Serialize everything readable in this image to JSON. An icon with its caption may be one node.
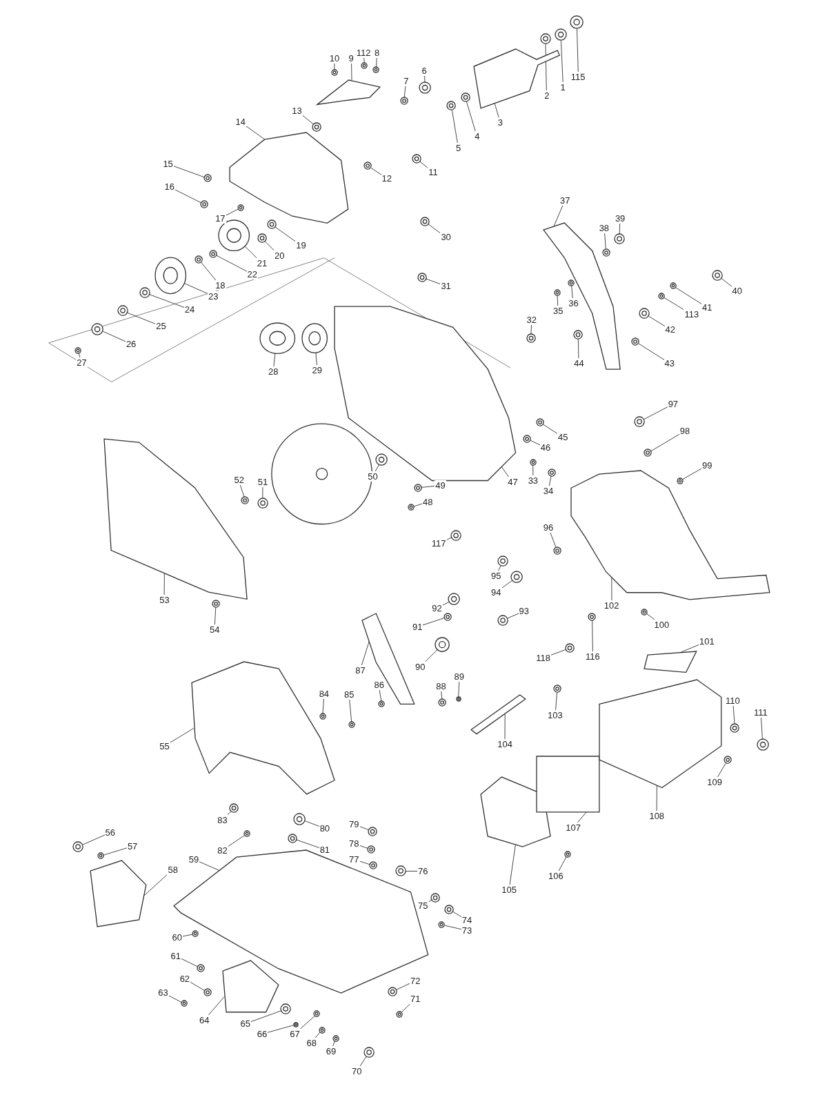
{
  "diagram": {
    "nodes": [
      {
        "text": [
          "1"
        ]
      },
      {
        "text": [
          "2"
        ]
      },
      {
        "text": [
          "3"
        ]
      },
      {
        "text": [
          "4"
        ]
      },
      {
        "text": [
          "5"
        ]
      },
      {
        "text": [
          "6"
        ]
      },
      {
        "text": [
          "7"
        ]
      },
      {
        "text": [
          "8"
        ]
      },
      {
        "text": [
          "9"
        ]
      },
      {
        "text": [
          "10"
        ]
      },
      {
        "text": [
          "11"
        ]
      },
      {
        "text": [
          "12"
        ]
      },
      {
        "text": [
          "13"
        ]
      },
      {
        "text": [
          "14"
        ]
      },
      {
        "text": [
          "15"
        ]
      },
      {
        "text": [
          "16"
        ]
      },
      {
        "text": [
          "17"
        ]
      },
      {
        "text": [
          "18"
        ]
      },
      {
        "text": [
          "19"
        ]
      },
      {
        "text": [
          "20"
        ]
      },
      {
        "text": [
          "21"
        ]
      },
      {
        "text": [
          "22"
        ]
      },
      {
        "text": [
          "23"
        ]
      },
      {
        "text": [
          "24"
        ]
      },
      {
        "text": [
          "25"
        ]
      },
      {
        "text": [
          "26"
        ]
      },
      {
        "text": [
          "27"
        ]
      },
      {
        "text": [
          "28"
        ]
      },
      {
        "text": [
          "29"
        ]
      },
      {
        "text": [
          "30"
        ]
      },
      {
        "text": [
          "31"
        ]
      },
      {
        "text": [
          "32"
        ]
      },
      {
        "text": [
          "33"
        ]
      },
      {
        "text": [
          "34"
        ]
      },
      {
        "text": [
          "35"
        ]
      },
      {
        "text": [
          "36"
        ]
      },
      {
        "text": [
          "37"
        ]
      },
      {
        "text": [
          "38"
        ]
      },
      {
        "text": [
          "39"
        ]
      },
      {
        "text": [
          "40"
        ]
      },
      {
        "text": [
          "41"
        ]
      },
      {
        "text": [
          "42"
        ]
      },
      {
        "text": [
          "43"
        ]
      },
      {
        "text": [
          "44"
        ]
      },
      {
        "text": [
          "45"
        ]
      },
      {
        "text": [
          "46"
        ]
      },
      {
        "text": [
          "47"
        ]
      },
      {
        "text": [
          "48"
        ]
      },
      {
        "text": [
          "49"
        ]
      },
      {
        "text": [
          "50"
        ]
      },
      {
        "text": [
          "51"
        ]
      },
      {
        "text": [
          "52"
        ]
      },
      {
        "text": [
          "53"
        ]
      },
      {
        "text": [
          "54"
        ]
      },
      {
        "text": [
          "55"
        ]
      },
      {
        "text": [
          "56"
        ]
      },
      {
        "text": [
          "57"
        ]
      },
      {
        "text": [
          "58"
        ]
      },
      {
        "text": [
          "59"
        ]
      },
      {
        "text": [
          "60"
        ]
      },
      {
        "text": [
          "61"
        ]
      },
      {
        "text": [
          "62"
        ]
      },
      {
        "text": [
          "63"
        ]
      },
      {
        "text": [
          "64"
        ]
      },
      {
        "text": [
          "65"
        ]
      },
      {
        "text": [
          "66"
        ]
      },
      {
        "text": [
          "67"
        ]
      },
      {
        "text": [
          "68"
        ]
      },
      {
        "text": [
          "69"
        ]
      },
      {
        "text": [
          "70"
        ]
      },
      {
        "text": [
          "71"
        ]
      },
      {
        "text": [
          "72"
        ]
      },
      {
        "text": [
          "73"
        ]
      },
      {
        "text": [
          "74"
        ]
      },
      {
        "text": [
          "75"
        ]
      },
      {
        "text": [
          "76"
        ]
      },
      {
        "text": [
          "77"
        ]
      },
      {
        "text": [
          "78"
        ]
      },
      {
        "text": [
          "79"
        ]
      },
      {
        "text": [
          "80"
        ]
      },
      {
        "text": [
          "81"
        ]
      },
      {
        "text": [
          "82"
        ]
      },
      {
        "text": [
          "83"
        ]
      },
      {
        "text": [
          "84"
        ]
      },
      {
        "text": [
          "85"
        ]
      },
      {
        "text": [
          "86"
        ]
      },
      {
        "text": [
          "87"
        ]
      },
      {
        "text": [
          "88"
        ]
      },
      {
        "text": [
          "89"
        ]
      },
      {
        "text": [
          "90"
        ]
      },
      {
        "text": [
          "91"
        ]
      },
      {
        "text": [
          "92"
        ]
      },
      {
        "text": [
          "93"
        ]
      },
      {
        "text": [
          "94"
        ]
      },
      {
        "text": [
          "95"
        ]
      },
      {
        "text": [
          "96"
        ]
      },
      {
        "text": [
          "97"
        ]
      },
      {
        "text": [
          "98"
        ]
      },
      {
        "text": [
          "99"
        ]
      },
      {
        "text": [
          "100"
        ]
      },
      {
        "text": [
          "101"
        ]
      },
      {
        "text": [
          "102"
        ]
      },
      {
        "text": [
          "103"
        ]
      },
      {
        "text": [
          "104"
        ]
      },
      {
        "text": [
          "105"
        ]
      },
      {
        "text": [
          "106"
        ]
      },
      {
        "text": [
          "107"
        ]
      },
      {
        "text": [
          "108"
        ]
      },
      {
        "text": [
          "109"
        ]
      },
      {
        "text": [
          "110"
        ]
      },
      {
        "text": [
          "111"
        ]
      },
      {
        "text": [
          "112"
        ]
      },
      {
        "text": [
          "113"
        ]
      },
      {
        "text": [
          "115"
        ]
      },
      {
        "text": [
          "116"
        ]
      },
      {
        "text": [
          "117"
        ]
      },
      {
        "text": [
          "118"
        ]
      },
      {
        "text": [],
        "shape": "circle"
      },
      {
        "text": [],
        "shape": "circle"
      },
      {
        "text": [],
        "shape": "picture"
      },
      {
        "text": [],
        "shape": "circle"
      },
      {
        "text": [],
        "shape": "circle"
      },
      {
        "text": [],
        "shape": "circle"
      },
      {
        "text": [],
        "shape": "circle"
      },
      {
        "text": [],
        "shape": "circle"
      },
      {
        "text": [],
        "shape": "picture"
      },
      {
        "text": [],
        "shape": "circle"
      },
      {
        "text": [],
        "shape": "circle"
      },
      {
        "text": [],
        "shape": "circle"
      },
      {
        "text": [],
        "shape": "circle"
      },
      {
        "text": [],
        "shape": "picture"
      },
      {
        "text": [],
        "shape": "circle"
      },
      {
        "text": [],
        "shape": "circle"
      },
      {
        "text": [],
        "shape": "circle"
      },
      {
        "text": [],
        "shape": "circle"
      },
      {
        "text": [],
        "shape": "circle"
      },
      {
        "text": [],
        "shape": "circle"
      },
      {
        "text": [],
        "shape": "circle"
      },
      {
        "text": [],
        "shape": "circle"
      },
      {
        "text": [],
        "shape": "circle"
      },
      {
        "text": [],
        "shape": "circle"
      },
      {
        "text": [],
        "shape": "circle"
      },
      {
        "text": [],
        "shape": "circle"
      },
      {
        "text": [],
        "shape": "circle"
      },
      {
        "text": [],
        "shape": "circle"
      },
      {
        "text": [],
        "shape": "circle"
      },
      {
        "text": [],
        "shape": "circle"
      },
      {
        "text": [],
        "shape": "circle"
      },
      {
        "text": [],
        "shape": "circle"
      },
      {
        "text": [],
        "shape": "circle"
      },
      {
        "text": [],
        "shape": "circle"
      },
      {
        "text": [],
        "shape": "circle"
      },
      {
        "text": [],
        "shape": "circle"
      },
      {
        "text": [],
        "shape": "picture"
      },
      {
        "text": [],
        "shape": "circle"
      },
      {
        "text": [],
        "shape": "circle"
      },
      {
        "text": [],
        "shape": "circle"
      },
      {
        "text": [],
        "shape": "circle"
      },
      {
        "text": [],
        "shape": "circle"
      },
      {
        "text": [],
        "shape": "circle"
      },
      {
        "text": [],
        "shape": "circle"
      },
      {
        "text": [],
        "shape": "circle"
      },
      {
        "text": [],
        "shape": "circle"
      },
      {
        "text": [],
        "shape": "picture"
      },
      {
        "text": [],
        "shape": "circle"
      },
      {
        "text": [],
        "shape": "circle"
      },
      {
        "text": [],
        "shape": "circle"
      },
      {
        "text": [],
        "shape": "circle"
      },
      {
        "text": [],
        "shape": "circle"
      },
      {
        "text": [],
        "shape": "picture"
      },
      {
        "text": [],
        "shape": "circle"
      },
      {
        "text": [],
        "shape": "picture"
      },
      {
        "text": [],
        "shape": "circle"
      },
      {
        "text": [],
        "shape": "circle"
      },
      {
        "text": [],
        "shape": "picture"
      },
      {
        "text": [],
        "shape": "picture"
      },
      {
        "text": [],
        "shape": "circle"
      },
      {
        "text": [],
        "shape": "circle"
      },
      {
        "text": [],
        "shape": "circle"
      },
      {
        "text": [],
        "shape": "circle"
      },
      {
        "text": [],
        "shape": "picture"
      },
      {
        "text": [],
        "shape": "circle"
      },
      {
        "text": [],
        "shape": "circle"
      },
      {
        "text": [],
        "shape": "circle"
      },
      {
        "text": [],
        "shape": "circle"
      },
      {
        "text": [],
        "shape": "circle"
      },
      {
        "text": [],
        "shape": "circle"
      },
      {
        "text": [],
        "shape": "circle"
      },
      {
        "text": [],
        "shape": "circle"
      },
      {
        "text": [],
        "shape": "circle"
      },
      {
        "text": [],
        "shape": "circle"
      },
      {
        "text": [],
        "shape": "circle"
      },
      {
        "text": [],
        "shape": "circle"
      },
      {
        "text": [],
        "shape": "circle"
      },
      {
        "text": [],
        "shape": "circle"
      },
      {
        "text": [],
        "shape": "circle"
      },
      {
        "text": [],
        "shape": "circle"
      },
      {
        "text": [],
        "shape": "circle"
      },
      {
        "text": [],
        "shape": "circle"
      },
      {
        "text": [],
        "shape": "circle"
      },
      {
        "text": [],
        "shape": "circle"
      },
      {
        "text": [],
        "shape": "circle"
      },
      {
        "text": [],
        "shape": "circle"
      },
      {
        "text": [],
        "shape": "picture"
      },
      {
        "text": [],
        "shape": "circle"
      },
      {
        "text": [],
        "shape": "circle"
      },
      {
        "text": [],
        "shape": "circle"
      },
      {
        "text": [],
        "shape": "circle"
      },
      {
        "text": [],
        "shape": "circle"
      },
      {
        "text": [],
        "shape": "circle"
      },
      {
        "text": [],
        "shape": "circle"
      },
      {
        "text": [],
        "shape": "circle"
      },
      {
        "text": [],
        "shape": "circle"
      },
      {
        "text": [],
        "shape": "circle"
      },
      {
        "text": [],
        "shape": "circle"
      },
      {
        "text": [],
        "shape": "circle"
      },
      {
        "text": [],
        "shape": "circle"
      },
      {
        "text": [],
        "shape": "picture"
      },
      {
        "text": [],
        "shape": "picture"
      },
      {
        "text": [],
        "shape": "circle"
      },
      {
        "text": [],
        "shape": "picture"
      },
      {
        "text": [],
        "shape": "picture"
      },
      {
        "text": [],
        "shape": "circle"
      },
      {
        "text": [],
        "shape": "box"
      },
      {
        "text": [],
        "shape": "picture"
      },
      {
        "text": [],
        "shape": "circle"
      },
      {
        "text": [],
        "shape": "circle"
      },
      {
        "text": [],
        "shape": "circle"
      },
      {
        "text": [],
        "shape": "circle"
      },
      {
        "text": [],
        "shape": "circle"
      },
      {
        "text": [],
        "shape": "circle"
      },
      {
        "text": [],
        "shape": "circle"
      },
      {
        "text": [],
        "shape": "circle"
      },
      {
        "text": [],
        "shape": "circle"
      }
    ],
    "edges": [
      {
        "from": 0,
        "to": 117,
        "arrow": "none"
      },
      {
        "from": 1,
        "to": 118,
        "arrow": "none"
      },
      {
        "from": 2,
        "to": 119,
        "arrow": "none"
      },
      {
        "from": 3,
        "to": 120,
        "arrow": "none"
      },
      {
        "from": 4,
        "to": 121,
        "arrow": "none"
      },
      {
        "from": 5,
        "to": 122,
        "arrow": "none"
      },
      {
        "from": 6,
        "to": 123,
        "arrow": "none"
      },
      {
        "from": 7,
        "to": 124,
        "arrow": "none"
      },
      {
        "from": 8,
        "to": 125,
        "arrow": "none"
      },
      {
        "from": 9,
        "to": 126,
        "arrow": "none"
      },
      {
        "from": 10,
        "to": 127,
        "arrow": "none"
      },
      {
        "from": 11,
        "to": 128,
        "arrow": "none"
      },
      {
        "from": 12,
        "to": 129,
        "arrow": "none"
      },
      {
        "from": 13,
        "to": 130,
        "arrow": "none"
      },
      {
        "from": 14,
        "to": 131,
        "arrow": "none"
      },
      {
        "from": 15,
        "to": 132,
        "arrow": "none"
      },
      {
        "from": 16,
        "to": 133,
        "arrow": "none"
      },
      {
        "from": 17,
        "to": 134,
        "arrow": "none"
      },
      {
        "from": 18,
        "to": 135,
        "arrow": "none"
      },
      {
        "from": 19,
        "to": 136,
        "arrow": "none"
      },
      {
        "from": 20,
        "to": 137,
        "arrow": "none"
      },
      {
        "from": 21,
        "to": 138,
        "arrow": "none"
      },
      {
        "from": 22,
        "to": 139,
        "arrow": "none"
      },
      {
        "from": 23,
        "to": 140,
        "arrow": "none"
      },
      {
        "from": 24,
        "to": 141,
        "arrow": "none"
      },
      {
        "from": 25,
        "to": 142,
        "arrow": "none"
      },
      {
        "from": 26,
        "to": 143,
        "arrow": "none"
      },
      {
        "from": 27,
        "to": 144,
        "arrow": "none"
      },
      {
        "from": 28,
        "to": 145,
        "arrow": "none"
      },
      {
        "from": 29,
        "to": 146,
        "arrow": "none"
      },
      {
        "from": 30,
        "to": 147,
        "arrow": "none"
      },
      {
        "from": 31,
        "to": 148,
        "arrow": "none"
      },
      {
        "from": 32,
        "to": 149,
        "arrow": "none"
      },
      {
        "from": 33,
        "to": 150,
        "arrow": "none"
      },
      {
        "from": 34,
        "to": 151,
        "arrow": "none"
      },
      {
        "from": 35,
        "to": 152,
        "arrow": "none"
      },
      {
        "from": 36,
        "to": 153,
        "arrow": "none"
      },
      {
        "from": 37,
        "to": 154,
        "arrow": "none"
      },
      {
        "from": 38,
        "to": 155,
        "arrow": "none"
      },
      {
        "from": 39,
        "to": 156,
        "arrow": "none"
      },
      {
        "from": 40,
        "to": 157,
        "arrow": "none"
      },
      {
        "from": 41,
        "to": 158,
        "arrow": "none"
      },
      {
        "from": 42,
        "to": 159,
        "arrow": "none"
      },
      {
        "from": 43,
        "to": 160,
        "arrow": "none"
      },
      {
        "from": 44,
        "to": 161,
        "arrow": "none"
      },
      {
        "from": 45,
        "to": 162,
        "arrow": "none"
      },
      {
        "from": 46,
        "to": 163,
        "arrow": "none"
      },
      {
        "from": 47,
        "to": 164,
        "arrow": "none"
      },
      {
        "from": 48,
        "to": 165,
        "arrow": "none"
      },
      {
        "from": 49,
        "to": 166,
        "arrow": "none"
      },
      {
        "from": 50,
        "to": 167,
        "arrow": "none"
      },
      {
        "from": 51,
        "to": 168,
        "arrow": "none"
      },
      {
        "from": 52,
        "to": 169,
        "arrow": "none"
      },
      {
        "from": 53,
        "to": 170,
        "arrow": "none"
      },
      {
        "from": 54,
        "to": 171,
        "arrow": "none"
      },
      {
        "from": 55,
        "to": 172,
        "arrow": "none"
      },
      {
        "from": 56,
        "to": 173,
        "arrow": "none"
      },
      {
        "from": 57,
        "to": 174,
        "arrow": "none"
      },
      {
        "from": 58,
        "to": 175,
        "arrow": "none"
      },
      {
        "from": 59,
        "to": 176,
        "arrow": "none"
      },
      {
        "from": 60,
        "to": 177,
        "arrow": "none"
      },
      {
        "from": 61,
        "to": 178,
        "arrow": "none"
      },
      {
        "from": 62,
        "to": 179,
        "arrow": "none"
      },
      {
        "from": 63,
        "to": 180,
        "arrow": "none"
      },
      {
        "from": 64,
        "to": 181,
        "arrow": "none"
      },
      {
        "from": 65,
        "to": 182,
        "arrow": "none"
      },
      {
        "from": 66,
        "to": 183,
        "arrow": "none"
      },
      {
        "from": 67,
        "to": 184,
        "arrow": "none"
      },
      {
        "from": 68,
        "to": 185,
        "arrow": "none"
      },
      {
        "from": 69,
        "to": 186,
        "arrow": "none"
      },
      {
        "from": 70,
        "to": 187,
        "arrow": "none"
      },
      {
        "from": 71,
        "to": 188,
        "arrow": "none"
      },
      {
        "from": 72,
        "to": 189,
        "arrow": "none"
      },
      {
        "from": 73,
        "to": 190,
        "arrow": "none"
      },
      {
        "from": 74,
        "to": 191,
        "arrow": "none"
      },
      {
        "from": 75,
        "to": 192,
        "arrow": "none"
      },
      {
        "from": 76,
        "to": 193,
        "arrow": "none"
      },
      {
        "from": 77,
        "to": 194,
        "arrow": "none"
      },
      {
        "from": 78,
        "to": 195,
        "arrow": "none"
      },
      {
        "from": 79,
        "to": 196,
        "arrow": "none"
      },
      {
        "from": 80,
        "to": 197,
        "arrow": "none"
      },
      {
        "from": 81,
        "to": 198,
        "arrow": "none"
      },
      {
        "from": 82,
        "to": 199,
        "arrow": "none"
      },
      {
        "from": 83,
        "to": 200,
        "arrow": "none"
      },
      {
        "from": 84,
        "to": 201,
        "arrow": "none"
      },
      {
        "from": 85,
        "to": 202,
        "arrow": "none"
      },
      {
        "from": 86,
        "to": 203,
        "arrow": "none"
      },
      {
        "from": 87,
        "to": 204,
        "arrow": "none"
      },
      {
        "from": 88,
        "to": 205,
        "arrow": "none"
      },
      {
        "from": 89,
        "to": 206,
        "arrow": "none"
      },
      {
        "from": 90,
        "to": 207,
        "arrow": "none"
      },
      {
        "from": 91,
        "to": 208,
        "arrow": "none"
      },
      {
        "from": 92,
        "to": 209,
        "arrow": "none"
      },
      {
        "from": 93,
        "to": 210,
        "arrow": "none"
      },
      {
        "from": 94,
        "to": 211,
        "arrow": "none"
      },
      {
        "from": 95,
        "to": 212,
        "arrow": "none"
      },
      {
        "from": 96,
        "to": 213,
        "arrow": "none"
      },
      {
        "from": 97,
        "to": 214,
        "arrow": "none"
      },
      {
        "from": 98,
        "to": 215,
        "arrow": "none"
      },
      {
        "from": 99,
        "to": 216,
        "arrow": "none"
      },
      {
        "from": 100,
        "to": 217,
        "arrow": "none"
      },
      {
        "from": 101,
        "to": 218,
        "arrow": "none"
      },
      {
        "from": 102,
        "to": 219,
        "arrow": "none"
      },
      {
        "from": 103,
        "to": 220,
        "arrow": "none"
      },
      {
        "from": 104,
        "to": 221,
        "arrow": "none"
      },
      {
        "from": 105,
        "to": 222,
        "arrow": "none"
      },
      {
        "from": 106,
        "to": 223,
        "arrow": "none"
      },
      {
        "from": 107,
        "to": 224,
        "arrow": "none"
      },
      {
        "from": 108,
        "to": 225,
        "arrow": "none"
      },
      {
        "from": 109,
        "to": 226,
        "arrow": "none"
      },
      {
        "from": 110,
        "to": 227,
        "arrow": "none"
      },
      {
        "from": 111,
        "to": 228,
        "arrow": "none"
      },
      {
        "from": 112,
        "to": 229,
        "arrow": "none"
      },
      {
        "from": 113,
        "to": 230,
        "arrow": "none"
      },
      {
        "from": 114,
        "to": 231,
        "arrow": "none"
      },
      {
        "from": 115,
        "to": 232,
        "arrow": "none"
      },
      {
        "from": 116,
        "to": 233,
        "arrow": "none"
      }
    ]
  }
}
